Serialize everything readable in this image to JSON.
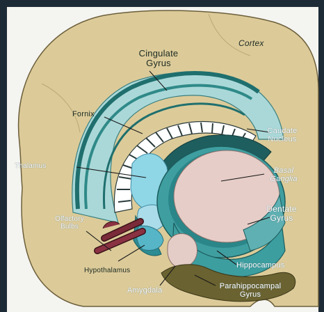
{
  "diagram": {
    "labels": {
      "cortex": "Cortex",
      "cingulate_gyrus": [
        "Cingulate",
        "Gyrus"
      ],
      "fornix": "Fornix",
      "caudate_nucleus": [
        "Caudate",
        "Nucleus"
      ],
      "thalamus": "Thalamus",
      "basal_ganglia": [
        "Basal",
        "Ganglia"
      ],
      "dentate_gyrus": [
        "Dentate",
        "Gyrus"
      ],
      "olfactory_bulbs": [
        "Olfactory",
        "Bulbs"
      ],
      "hypothalamus": "Hypothalamus",
      "hippocampus": "Hippocampus",
      "amygdala": "Amygdala",
      "parahippocampal_gyrus": [
        "Parahippocampal",
        "Gyrus"
      ]
    }
  },
  "colors": {
    "frame": "#1d2b37",
    "cortex_fill": "#dccb99",
    "limbic_teal": "#aad8d8",
    "dark_teal": "#1f6f6e",
    "mid_teal": "#3f9ea0",
    "pink": "#e6cdc8",
    "olive": "#6a6230",
    "maroon": "#7a2a38",
    "light_blue": "#8fd6e6"
  }
}
